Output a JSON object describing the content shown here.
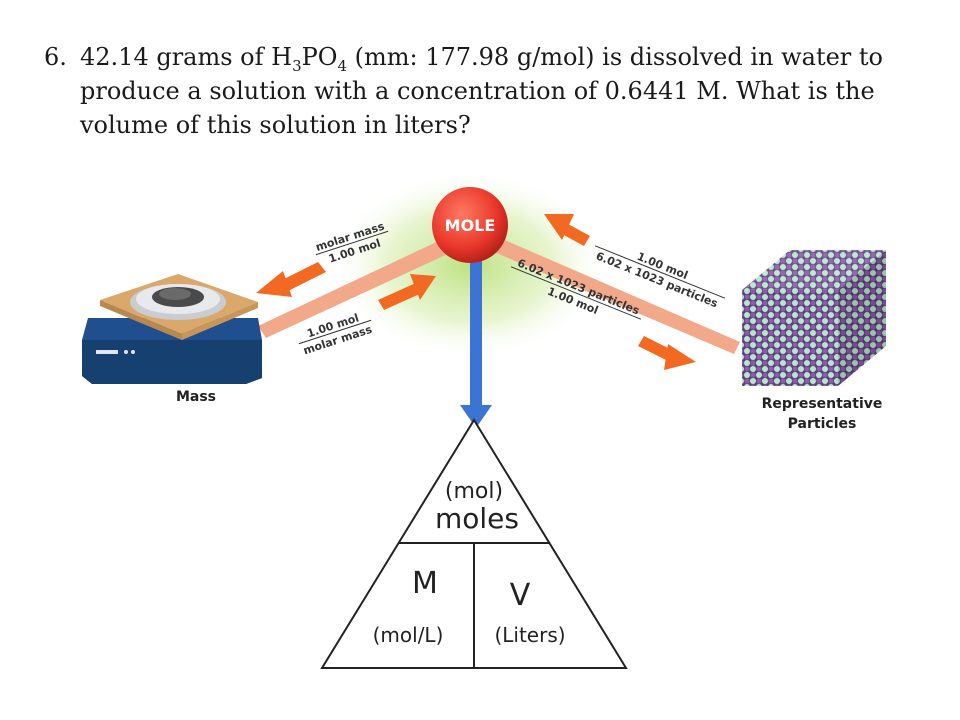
{
  "question": {
    "number": "6.",
    "mass_text": "42.14 grams  of H",
    "sub1": "3",
    "po": "PO",
    "sub2": "4",
    "rest_line1": " (mm: 177.98 g/mol) is dissolved in water to",
    "line2": "produce a solution with a concentration of 0.6441 M. What is the",
    "line3": "volume of this solution in liters?"
  },
  "diagram": {
    "mole_label": "MOLE",
    "mass_label": "Mass",
    "particles_label_1": "Representative",
    "particles_label_2": "Particles",
    "left_top_fraction_num": "molar mass",
    "left_top_fraction_den": "1.00 mol",
    "left_bottom_fraction_num": "1.00 mol",
    "left_bottom_fraction_den": "molar mass",
    "right_top_fraction_num": "1.00 mol",
    "right_top_fraction_den": "6.02 x 1023 particles",
    "right_bottom_fraction_num": "6.02 x 1023 particles",
    "right_bottom_fraction_den": "1.00 mol"
  },
  "triangle": {
    "top_unit": "(mol)",
    "top_label": "moles",
    "left_symbol": "M",
    "left_unit": "(mol/L)",
    "right_symbol": "V",
    "right_unit": "(Liters)"
  },
  "colors": {
    "mole_circle": "#e8362a",
    "arrow_orange": "#f26a22",
    "band": "#f2a98a",
    "blue_arrow": "#3b74d4",
    "glow": "#cfe8a0"
  }
}
